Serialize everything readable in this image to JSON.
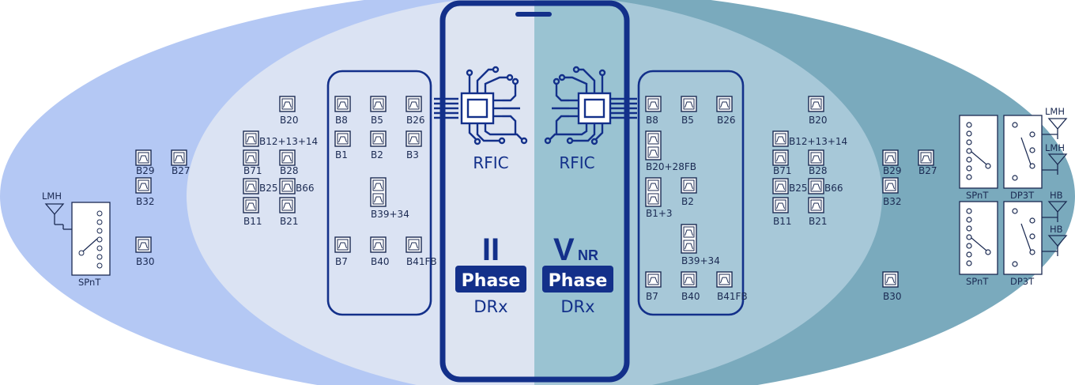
{
  "colors": {
    "outer_left": "#b4c8f4",
    "outer_right": "#7aaabd",
    "inner_left": "#dbe3f3",
    "inner_right": "#a7c8d8",
    "phone_left": "#dde4f1",
    "phone_right": "#9ac3d2",
    "navy": "#13308a",
    "component": "#1b2a52"
  },
  "left": {
    "rfic": "RFIC",
    "phase_roman": "II",
    "phase": "Phase",
    "drx": "DRx",
    "antenna": "LMH",
    "switch": "SPnT",
    "filters_outer": [
      "B20",
      "B12+13+14",
      "B71",
      "B28",
      "B25",
      "B66",
      "B11",
      "B21",
      "B29",
      "B27",
      "B32",
      "B30"
    ],
    "filters_box": [
      "B8",
      "B5",
      "B26",
      "B1",
      "B2",
      "B3",
      "B39+34",
      "B7",
      "B40",
      "B41FB"
    ]
  },
  "right": {
    "rfic": "RFIC",
    "phase_roman": "V",
    "phase_sub": "NR",
    "phase": "Phase",
    "drx": "DRx",
    "filters_box": [
      "B8",
      "B5",
      "B26",
      "B20+28FB",
      "B1+3",
      "B2",
      "B39+34",
      "B7",
      "B40",
      "B41FB"
    ],
    "filters_outer": [
      "B20",
      "B12+13+14",
      "B71",
      "B28",
      "B25",
      "B66",
      "B11",
      "B21",
      "B29",
      "B27",
      "B32",
      "B30"
    ],
    "switches": [
      "SPnT",
      "DP3T",
      "SPnT",
      "DP3T"
    ],
    "antennas": [
      "LMH",
      "LMH",
      "HB",
      "HB"
    ]
  }
}
